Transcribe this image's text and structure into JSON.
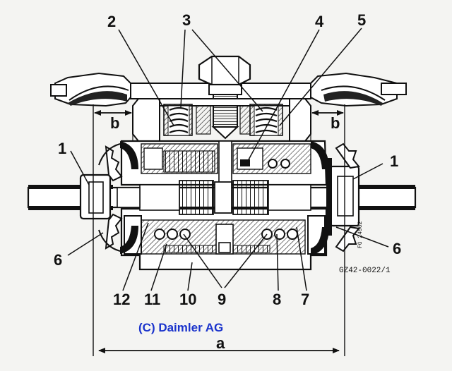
{
  "labels": {
    "n1": "1",
    "n2": "2",
    "n3": "3",
    "n4": "4",
    "n5": "5",
    "n6": "6",
    "n7": "7",
    "n8": "8",
    "n9": "9",
    "n10": "10",
    "n11": "11",
    "n12": "12",
    "a": "a",
    "b": "b"
  },
  "drawing_code": "GZ42-0022/1",
  "side_code": "FG 24902",
  "copyright": "(C) Daimler AG",
  "colors": {
    "ink": "#111111",
    "copyright": "#1a33cc",
    "paper": "#f4f4f2"
  }
}
